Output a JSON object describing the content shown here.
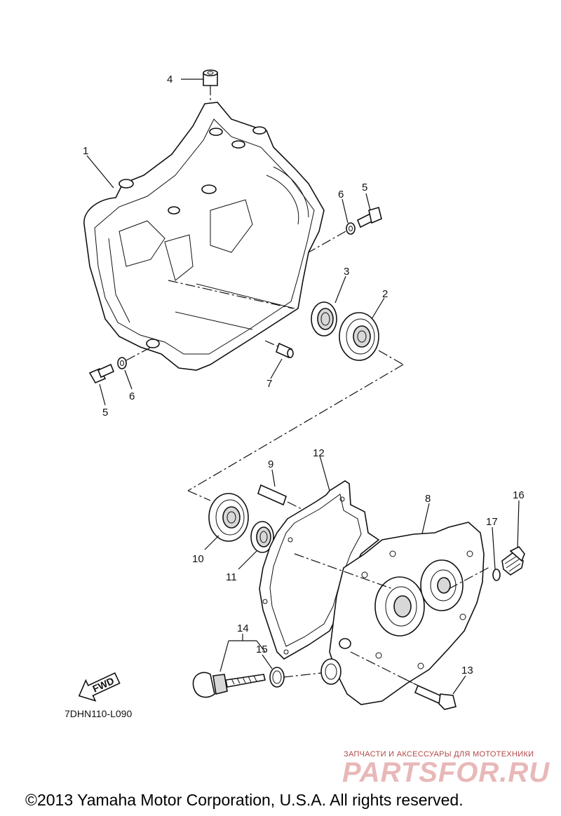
{
  "diagram": {
    "callouts": [
      "1",
      "2",
      "3",
      "4",
      "5",
      "6",
      "6",
      "5",
      "7",
      "8",
      "9",
      "10",
      "11",
      "12",
      "13",
      "14",
      "15",
      "16",
      "17"
    ],
    "drawing_code": "7DHN110-L090",
    "fwd_label": "FWD"
  },
  "watermark": {
    "tagline": "ЗАПЧАСТИ И АКСЕССУАРЫ ДЛЯ МОТОТЕХНИКИ",
    "logo_text": "PARTSFOR.RU"
  },
  "footer": {
    "copyright": "©2013 Yamaha Motor Corporation, U.S.A. All rights reserved."
  }
}
